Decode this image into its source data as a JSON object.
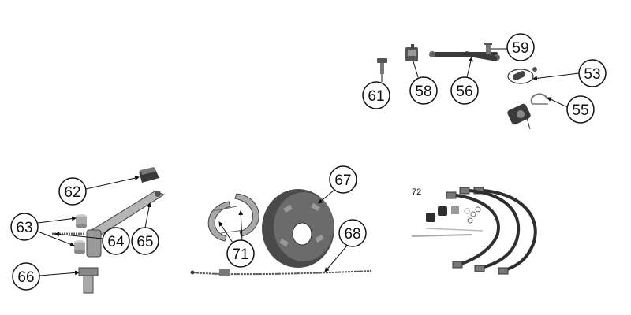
{
  "callouts": {
    "c53": "53",
    "c55": "55",
    "c56": "56",
    "c58": "58",
    "c59": "59",
    "c61": "61",
    "c62": "62",
    "c63": "63",
    "c64": "64",
    "c65": "65",
    "c66": "66",
    "c67": "67",
    "c68": "68",
    "c71": "71"
  },
  "labels": {
    "l72": "72"
  },
  "colors": {
    "part_dark": "#3a3a3a",
    "part_mid": "#8a8a8a",
    "part_light": "#c8c8c8",
    "line": "#111111"
  }
}
